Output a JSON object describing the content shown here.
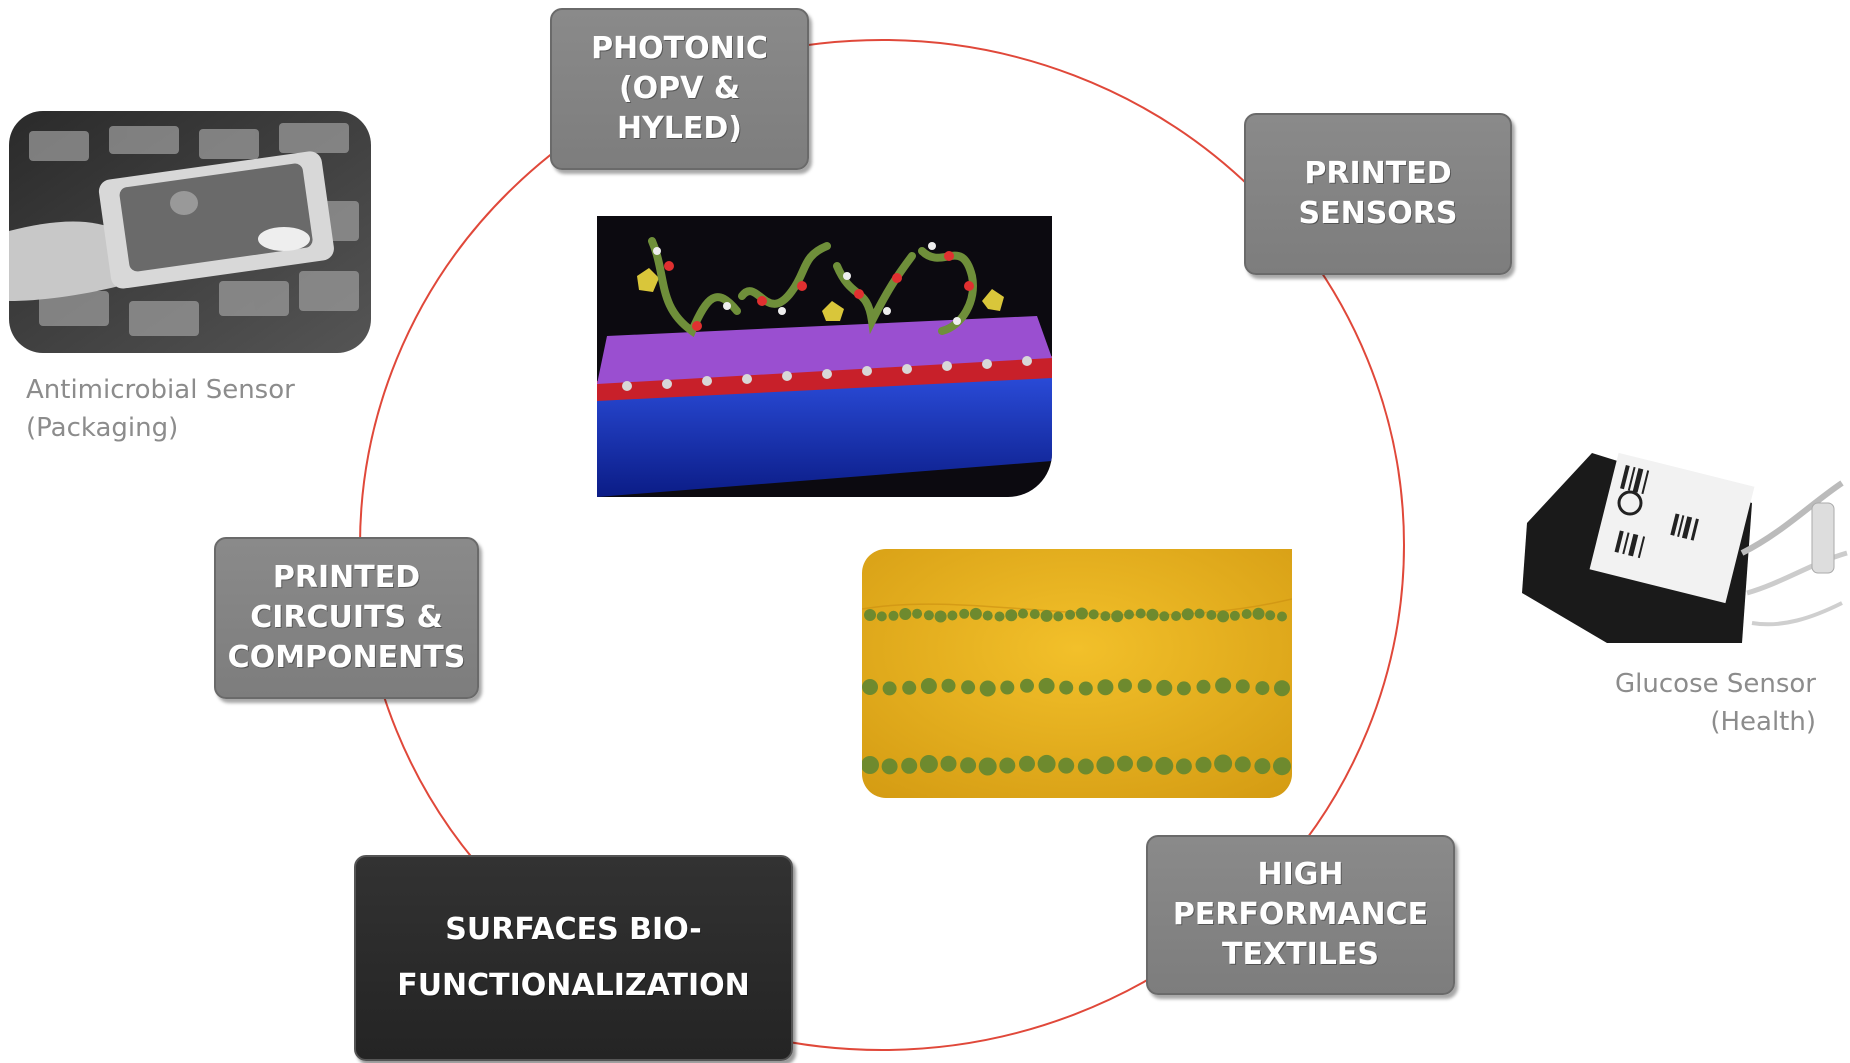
{
  "nodes": {
    "photonic": "PHOTONIC\n(OPV &\nHYLED)",
    "printed_sensors": "PRINTED\nSENSORS",
    "printed_circuits": "PRINTED\nCIRCUITS &\nCOMPONENTS",
    "surfaces_bio": "SURFACES BIO-\nFUNCTIONALIZATION",
    "textiles": "HIGH\nPERFORMANCE\nTEXTILES"
  },
  "captions": {
    "antimicrobial": "Antimicrobial Sensor\n(Packaging)",
    "glucose": "Glucose Sensor\n(Health)"
  },
  "colors": {
    "ring": "#e0483a",
    "node_gray": "#7f7f7f",
    "node_dark": "#262626",
    "caption": "#8c8c8c"
  },
  "images": {
    "packaging": "meat-package-photo",
    "molecules": "molecular-surface-render",
    "droplets": "printed-droplet-array-photo",
    "blood_bag": "blood-bag-photo"
  }
}
